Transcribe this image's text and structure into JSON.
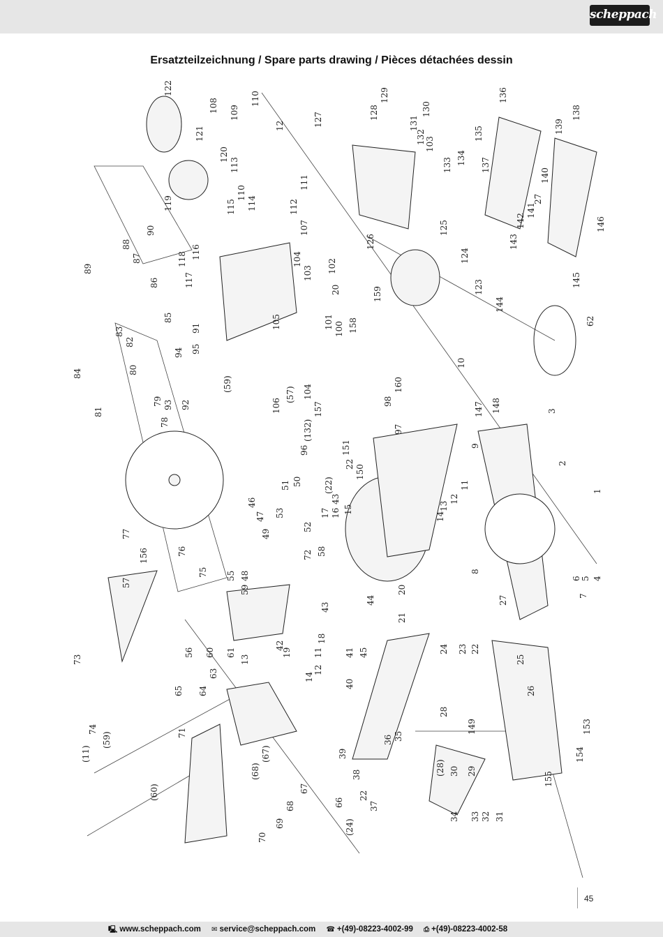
{
  "header": {
    "brand": "scheppach"
  },
  "title": "Ersatzteilzeichnung / Spare parts drawing / Pièces détachées dessin",
  "drawing": {
    "callouts": [
      "122",
      "121",
      "108",
      "109",
      "110",
      "12",
      "120",
      "113",
      "119",
      "110",
      "114",
      "115",
      "111",
      "112",
      "107",
      "90",
      "118",
      "116",
      "117",
      "104",
      "103",
      "102",
      "20",
      "89",
      "88",
      "87",
      "86",
      "85",
      "91",
      "105",
      "101",
      "100",
      "158",
      "159",
      "84",
      "83",
      "82",
      "80",
      "94",
      "95",
      "(59)",
      "106",
      "(57)",
      "104",
      "157",
      "160",
      "98",
      "97",
      "81",
      "79",
      "93",
      "92",
      "78",
      "96",
      "(132)",
      "151",
      "22",
      "150",
      "(22)",
      "17",
      "16",
      "43",
      "15",
      "51",
      "50",
      "52",
      "46",
      "47",
      "53",
      "49",
      "77",
      "76",
      "156",
      "75",
      "55",
      "48",
      "59",
      "72",
      "58",
      "57",
      "56",
      "60",
      "61",
      "13",
      "42",
      "19",
      "18",
      "73",
      "65",
      "64",
      "63",
      "74",
      "(59)",
      "(11)",
      "71",
      "(60)",
      "(68)",
      "(67)",
      "67",
      "68",
      "69",
      "70",
      "66",
      "(24)",
      "38",
      "22",
      "37",
      "39",
      "36",
      "35",
      "40",
      "41",
      "45",
      "44",
      "43",
      "11",
      "12",
      "14",
      "20",
      "21",
      "24",
      "23",
      "22",
      "25",
      "26",
      "28",
      "149",
      "153",
      "154",
      "155",
      "(28)",
      "30",
      "29",
      "34",
      "33",
      "32",
      "31",
      "127",
      "128",
      "129",
      "130",
      "131",
      "132",
      "103",
      "133",
      "134",
      "135",
      "136",
      "137",
      "138",
      "139",
      "140",
      "141",
      "142",
      "27",
      "143",
      "146",
      "145",
      "144",
      "126",
      "125",
      "124",
      "123",
      "62",
      "10",
      "147",
      "148",
      "3",
      "2",
      "1",
      "9",
      "11",
      "12",
      "13",
      "14",
      "8",
      "27",
      "7",
      "6",
      "5",
      "4"
    ]
  },
  "page_number": "45",
  "footer": {
    "web_icon": "computer-icon",
    "web": "www.scheppach.com",
    "mail_icon": "mail-icon",
    "mail": "service@scheppach.com",
    "phone_icon": "phone-icon",
    "phone": "+(49)-08223-4002-99",
    "fax_icon": "fax-icon",
    "fax": "+(49)-08223-4002-58"
  }
}
